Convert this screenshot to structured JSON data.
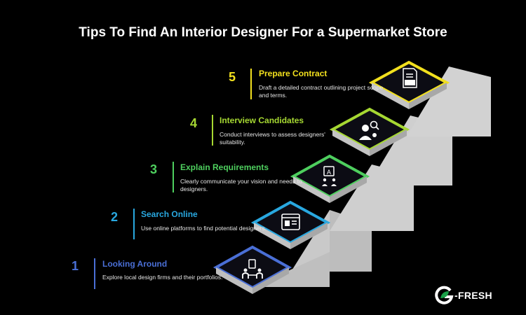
{
  "title": "Tips To Find An Interior Designer For a Supermarket Store",
  "steps": [
    {
      "number": "5",
      "title": "Prepare Contract",
      "desc": "Draft a detailed contract outlining project scope and terms.",
      "color": "#f2e01e",
      "icon": "contract-icon"
    },
    {
      "number": "4",
      "title": "Interview Candidates",
      "desc": "Conduct interviews to assess designers' suitability.",
      "color": "#a6d832",
      "icon": "interview-icon"
    },
    {
      "number": "3",
      "title": "Explain Requirements",
      "desc": "Clearly communicate your vision and needs to designers.",
      "color": "#4ecf5e",
      "icon": "requirements-icon"
    },
    {
      "number": "2",
      "title": "Search Online",
      "desc": "Use online platforms to find potential designers.",
      "color": "#29a8e0",
      "icon": "search-online-icon"
    },
    {
      "number": "1",
      "title": "Looking Around",
      "desc": "Explore local design firms and their portfolios.",
      "color": "#4a6fd6",
      "icon": "looking-around-icon"
    }
  ],
  "logo": {
    "text": "-FRESH",
    "letter": "G",
    "color": "#1aa048"
  }
}
